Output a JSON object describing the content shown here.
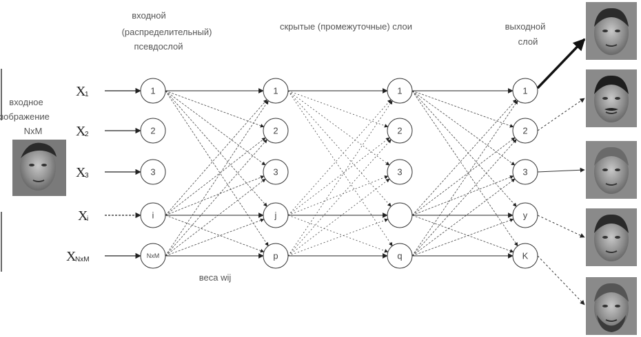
{
  "labels": {
    "input_layer_line1": "входной",
    "input_layer_line2": "(распределительный)",
    "input_layer_line3": "псевдослой",
    "hidden_layers": "скрытые (промежуточные) слои",
    "output_layer_line1": "выходной",
    "output_layer_line2": "слой",
    "input_image_line1": "входное",
    "input_image_line2": "изображение",
    "input_image_line3": "NxM",
    "weights": "веса wij"
  },
  "inputs": [
    {
      "var": "X",
      "sub": "1"
    },
    {
      "var": "X",
      "sub": "2"
    },
    {
      "var": "X",
      "sub": "3"
    },
    {
      "var": "X",
      "sub": "i"
    },
    {
      "var": "X",
      "sub": "NxM"
    }
  ],
  "layers": [
    {
      "name": "input",
      "nodes": [
        "1",
        "2",
        "3",
        "i",
        "NxM"
      ]
    },
    {
      "name": "hidden1",
      "nodes": [
        "1",
        "2",
        "3",
        "j",
        "p"
      ]
    },
    {
      "name": "hidden2",
      "nodes": [
        "1",
        "2",
        "3",
        "",
        "q"
      ]
    },
    {
      "name": "output",
      "nodes": [
        "1",
        "2",
        "3",
        "y",
        "K"
      ]
    }
  ],
  "output_faces": [
    "face-1",
    "face-2",
    "face-3",
    "face-4",
    "face-5"
  ],
  "colors": {
    "line": "#222222",
    "line_dim": "#555555",
    "text": "#555555",
    "photo_bg": "#8a8a8a"
  }
}
